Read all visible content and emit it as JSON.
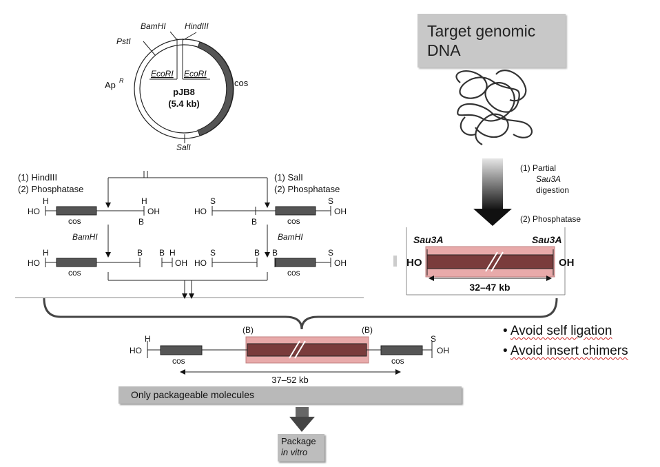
{
  "plasmid": {
    "name": "pJB8",
    "size": "(5.4 kb)",
    "sites": {
      "bamhi": "BamHI",
      "hindiii": "HindIII",
      "psti": "PstI",
      "ecori_left": "EcoRI",
      "ecori_right": "EcoRI",
      "sali": "SalI"
    },
    "apr": "Ap",
    "apr_sup": "R",
    "cos": "cos"
  },
  "left_workflow": {
    "step1a": "(1) HindIII",
    "step1b": "(2) Phosphatase",
    "step2a": "(1) SalI",
    "step2b": "(2) Phosphatase",
    "bamhi_left": "BamHI",
    "bamhi_right": "BamHI",
    "label_H": "H",
    "label_S": "S",
    "label_B": "B",
    "label_HO": "HO",
    "label_OH": "OH",
    "cos": "cos"
  },
  "genomic": {
    "title": "Target genomic DNA",
    "step1": "(1) Partial",
    "step1b": "Sau3A",
    "step1c": "digestion",
    "step2": "(2) Phosphatase",
    "sau3a_left": "Sau3A",
    "sau3a_right": "Sau3A",
    "ho": "HO",
    "oh": "OH",
    "size": "32–47 kb"
  },
  "bullets": [
    "Avoid self ligation",
    "Avoid insert chimers"
  ],
  "product": {
    "b_left": "(B)",
    "b_right": "(B)",
    "h": "H",
    "s": "S",
    "ho": "HO",
    "oh": "OH",
    "cos_left": "cos",
    "cos_right": "cos",
    "size": "37–52 kb"
  },
  "packageable": "Only packageable molecules",
  "package_line1": "Package",
  "package_line2": "in vitro",
  "colors": {
    "insert_fill": "#7a3c3c",
    "insert_highlight": "#e8aaaa",
    "cos_fill": "#555555",
    "bar_gray": "#b9b9b9"
  }
}
